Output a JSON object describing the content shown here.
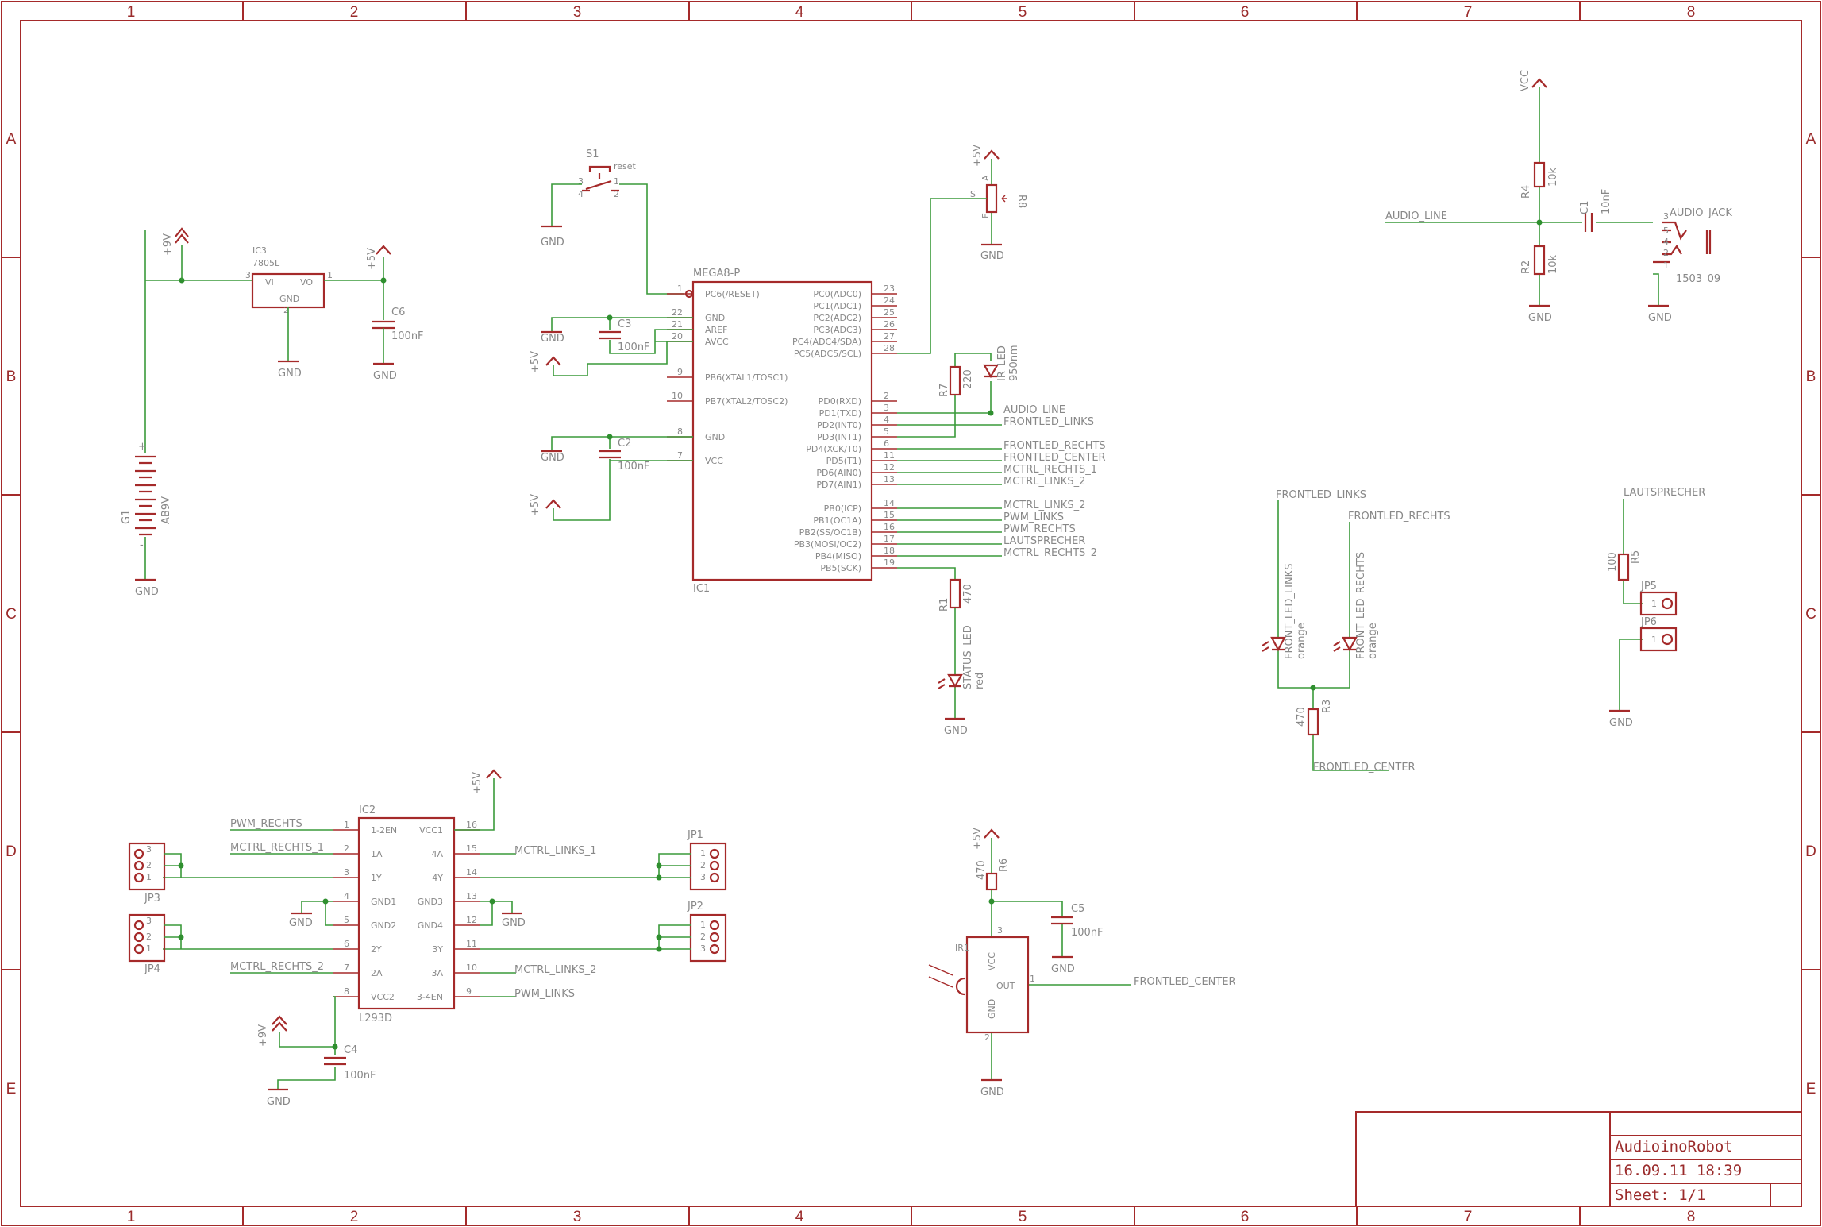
{
  "frame": {
    "columns": [
      "1",
      "2",
      "3",
      "4",
      "5",
      "6",
      "7",
      "8"
    ],
    "rows": [
      "A",
      "B",
      "C",
      "D",
      "E"
    ]
  },
  "title_block": {
    "name": "AudioinoRobot",
    "date": "16.09.11 18:39",
    "sheet": "Sheet: 1/1"
  },
  "colors": {
    "frame": "#a52a2a",
    "wire": "#3a9a3a",
    "text": "#888888"
  },
  "labels": {
    "plus9v": "+9V",
    "plus5v": "+5V",
    "vcc": "VCC",
    "gnd": "GND",
    "n100nf": "100nF",
    "n10nf": "10nF",
    "n10k": "10k",
    "n470": "470",
    "n220": "220",
    "n100": "100",
    "orange": "orange",
    "red": "red"
  },
  "ic3": {
    "name": "IC3",
    "value": "7805L",
    "vi": "VI",
    "vo": "VO",
    "gnd": "GND",
    "p1": "3",
    "p2": "1",
    "p3": "2"
  },
  "c6": {
    "name": "C6"
  },
  "battery": {
    "name": "G1",
    "value": "AB9V",
    "plus": "+",
    "minus": "-"
  },
  "s1": {
    "name": "S1",
    "label": "reset",
    "p3": "3",
    "p4": "4",
    "p1": "1",
    "p2": "2"
  },
  "r8": {
    "name": "R8",
    "a": "A",
    "e": "E",
    "s": "S",
    "sp": "S"
  },
  "ic1": {
    "type": "MEGA8-P",
    "name": "IC1",
    "left_pins": [
      {
        "num": "1",
        "name": "PC6(/RESET)"
      },
      {
        "num": "22",
        "name": "GND"
      },
      {
        "num": "21",
        "name": "AREF"
      },
      {
        "num": "20",
        "name": "AVCC"
      },
      {
        "num": "9",
        "name": "PB6(XTAL1/TOSC1)"
      },
      {
        "num": "10",
        "name": "PB7(XTAL2/TOSC2)"
      },
      {
        "num": "8",
        "name": "GND"
      },
      {
        "num": "7",
        "name": "VCC"
      }
    ],
    "right_pins": [
      {
        "num": "23",
        "name": "PC0(ADC0)"
      },
      {
        "num": "24",
        "name": "PC1(ADC1)"
      },
      {
        "num": "25",
        "name": "PC2(ADC2)"
      },
      {
        "num": "26",
        "name": "PC3(ADC3)"
      },
      {
        "num": "27",
        "name": "PC4(ADC4/SDA)"
      },
      {
        "num": "28",
        "name": "PC5(ADC5/SCL)"
      },
      {
        "num": "2",
        "name": "PD0(RXD)"
      },
      {
        "num": "3",
        "name": "PD1(TXD)"
      },
      {
        "num": "4",
        "name": "PD2(INT0)"
      },
      {
        "num": "5",
        "name": "PD3(INT1)"
      },
      {
        "num": "6",
        "name": "PD4(XCK/T0)"
      },
      {
        "num": "11",
        "name": "PD5(T1)"
      },
      {
        "num": "12",
        "name": "PD6(AIN0)"
      },
      {
        "num": "13",
        "name": "PD7(AIN1)"
      },
      {
        "num": "14",
        "name": "PB0(ICP)"
      },
      {
        "num": "15",
        "name": "PB1(OC1A)"
      },
      {
        "num": "16",
        "name": "PB2(SS/OC1B)"
      },
      {
        "num": "17",
        "name": "PB3(MOSI/OC2)"
      },
      {
        "num": "18",
        "name": "PB4(MISO)"
      },
      {
        "num": "19",
        "name": "PB5(SCK)"
      }
    ]
  },
  "c3": {
    "name": "C3"
  },
  "c2": {
    "name": "C2"
  },
  "nets": {
    "audio_line": "AUDIO_LINE",
    "frontled_links": "FRONTLED_LINKS",
    "frontled_rechts": "FRONTLED_RECHTS",
    "frontled_center": "FRONTLED_CENTER",
    "mctrl_rechts_1": "MCTRL_RECHTS_1",
    "mctrl_links_2": "MCTRL_LINKS_2",
    "mctrl_links_1": "MCTRL_LINKS_1",
    "pwm_links": "PWM_LINKS",
    "pwm_rechts": "PWM_RECHTS",
    "lautsprecher": "LAUTSPRECHER",
    "mctrl_rechts_2": "MCTRL_RECHTS_2"
  },
  "r7": {
    "name": "R7"
  },
  "ir_led": {
    "name": "IR_LED",
    "value": "950nm"
  },
  "r1": {
    "name": "R1"
  },
  "status_led": {
    "name": "STATUS_LED"
  },
  "audio": {
    "r4": "R4",
    "r2": "R2",
    "c1": "C1",
    "jack": "AUDIO_JACK",
    "jack_value": "1503_09",
    "p3": "3",
    "p5": "5",
    "p4": "4",
    "p2": "2",
    "p1": "1"
  },
  "frontleds": {
    "led_l": "FRONT_LED_LINKS",
    "led_r": "FRONT_LED_RECHTS",
    "r3": "R3"
  },
  "speaker": {
    "r5": "R5",
    "jp5": "JP5",
    "jp6": "JP6",
    "p1": "1"
  },
  "ic2": {
    "name": "IC2",
    "value": "L293D",
    "left_pins": [
      {
        "num": "1",
        "name": "1-2EN"
      },
      {
        "num": "2",
        "name": "1A"
      },
      {
        "num": "3",
        "name": "1Y"
      },
      {
        "num": "4",
        "name": "GND1"
      },
      {
        "num": "5",
        "name": "GND2"
      },
      {
        "num": "6",
        "name": "2Y"
      },
      {
        "num": "7",
        "name": "2A"
      },
      {
        "num": "8",
        "name": "VCC2"
      }
    ],
    "right_pins": [
      {
        "num": "16",
        "name": "VCC1"
      },
      {
        "num": "15",
        "name": "4A"
      },
      {
        "num": "14",
        "name": "4Y"
      },
      {
        "num": "13",
        "name": "GND3"
      },
      {
        "num": "12",
        "name": "GND4"
      },
      {
        "num": "11",
        "name": "3Y"
      },
      {
        "num": "10",
        "name": "3A"
      },
      {
        "num": "9",
        "name": "3-4EN"
      }
    ]
  },
  "jp": {
    "jp1": "JP1",
    "jp2": "JP2",
    "jp3": "JP3",
    "jp4": "JP4",
    "n1": "1",
    "n2": "2",
    "n3": "3"
  },
  "c4": {
    "name": "C4"
  },
  "ir_rx": {
    "name": "IR1",
    "vcc": "VCC",
    "out": "OUT",
    "gnd": "GND",
    "p1": "1",
    "p2": "2",
    "p3": "3",
    "r6": "R6",
    "c5": "C5"
  }
}
